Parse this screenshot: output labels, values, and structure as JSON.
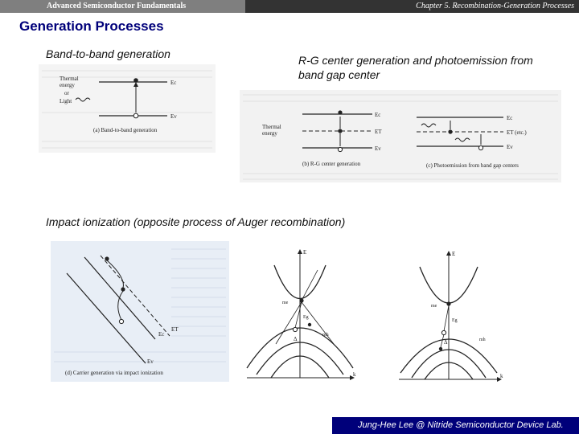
{
  "header": {
    "course": "Advanced Semiconductor Fundamentals",
    "chapter": "Chapter 5. Recombination-Generation Processes"
  },
  "slide": {
    "title": "Generation Processes",
    "band_to_band_label": "Band-to-band generation",
    "rg_label": "R-G center generation and photoemission from band gap center",
    "impact_label": "Impact ionization (opposite process of Auger recombination)"
  },
  "fig_a": {
    "thermal": "Thermal",
    "energy": "energy",
    "or": "or",
    "light": "Light",
    "ec": "Ec",
    "ev": "Ev",
    "caption": "(a) Band-to-band generation"
  },
  "fig_b": {
    "ec": "Ec",
    "et": "ET",
    "ev": "Ev",
    "thermal": "Thermal",
    "energy": "energy",
    "caption_b": "(b) R-G center generation",
    "ec2": "Ec",
    "et2": "ET (etc.)",
    "ev2": "Ev",
    "caption_c": "(c) Photoemission from band gap centers"
  },
  "fig_d": {
    "ec": "Ec",
    "et": "ET",
    "ev": "Ev",
    "caption": "(d) Carrier generation via impact ionization"
  },
  "fig_e": {
    "e_axis": "E",
    "k_axis": "k",
    "me": "me",
    "mh": "mh",
    "eg": "Eg",
    "delta": "Δ"
  },
  "footer": {
    "credit": "Jung-Hee Lee @ Nitride Semiconductor Device Lab."
  },
  "colors": {
    "header_left": "#7f7f7f",
    "header_right": "#333333",
    "title": "#00007a",
    "footer": "#00007a"
  }
}
